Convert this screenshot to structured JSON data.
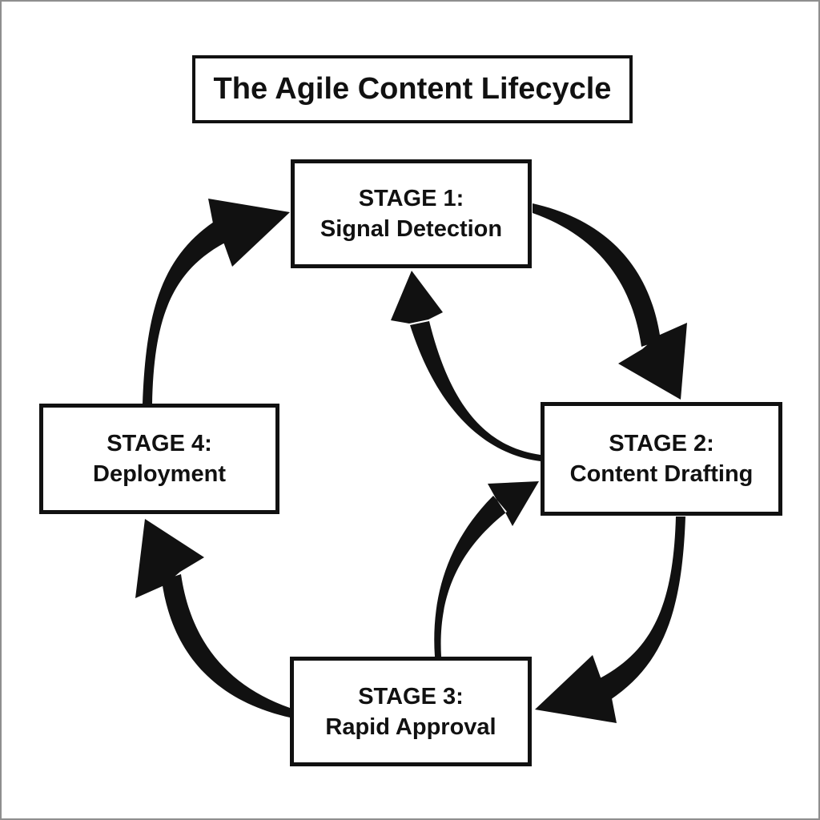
{
  "page": {
    "background_color": "#ffffff",
    "ink_color": "#111111",
    "frame_color": "#8f8f8f"
  },
  "title": {
    "text": "The Agile Content Lifecycle"
  },
  "stages": [
    {
      "label": "STAGE 1:",
      "name": "Signal Detection"
    },
    {
      "label": "STAGE 2:",
      "name": "Content Drafting"
    },
    {
      "label": "STAGE 3:",
      "name": "Rapid Approval"
    },
    {
      "label": "STAGE 4:",
      "name": "Deployment"
    }
  ],
  "arrows": [
    {
      "from": "STAGE 1: Signal Detection",
      "to": "STAGE 2: Content Drafting",
      "type": "forward",
      "style": "thick curved tapered, clockwise, outer ring"
    },
    {
      "from": "STAGE 2: Content Drafting",
      "to": "STAGE 3: Rapid Approval",
      "type": "forward",
      "style": "thick curved tapered, clockwise, outer ring"
    },
    {
      "from": "STAGE 3: Rapid Approval",
      "to": "STAGE 4: Deployment",
      "type": "forward",
      "style": "thick curved tapered, clockwise, outer ring"
    },
    {
      "from": "STAGE 4: Deployment",
      "to": "STAGE 1: Signal Detection",
      "type": "forward",
      "style": "thick curved tapered, clockwise, outer ring"
    },
    {
      "from": "STAGE 2: Content Drafting",
      "to": "STAGE 1: Signal Detection",
      "type": "feedback",
      "style": "thinner curved tapered, counterclockwise, inner"
    },
    {
      "from": "STAGE 3: Rapid Approval",
      "to": "STAGE 2: Content Drafting",
      "type": "feedback",
      "style": "thinner curved tapered, counterclockwise, inner"
    }
  ]
}
